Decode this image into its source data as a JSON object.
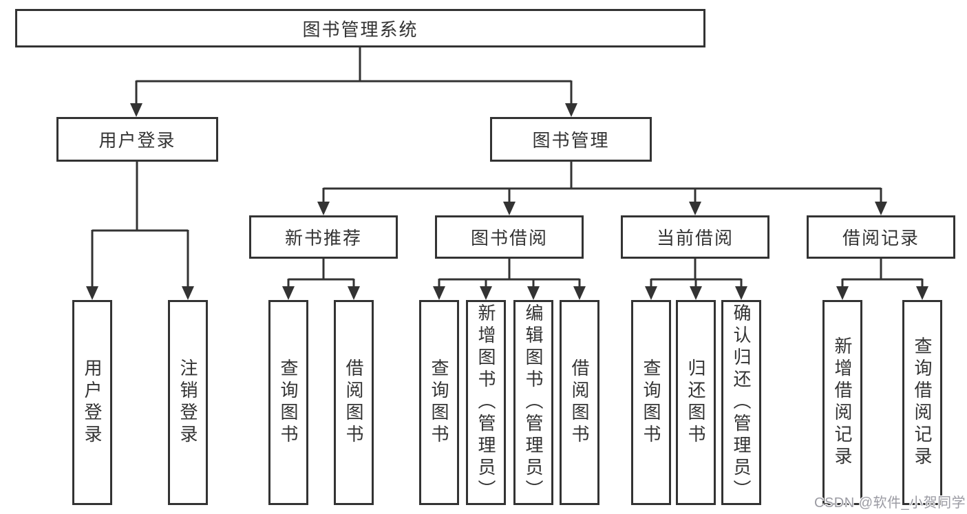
{
  "diagram": {
    "label": "图书管理系统",
    "children": [
      {
        "label": "用户登录",
        "children": [
          {
            "label": "用户登录"
          },
          {
            "label": "注销登录"
          }
        ]
      },
      {
        "label": "图书管理",
        "children": [
          {
            "label": "新书推荐",
            "children": [
              {
                "label": "查询图书"
              },
              {
                "label": "借阅图书"
              }
            ]
          },
          {
            "label": "图书借阅",
            "children": [
              {
                "label": "查询图书"
              },
              {
                "label": "新增图书（管理员）"
              },
              {
                "label": "编辑图书（管理员）"
              },
              {
                "label": "借阅图书"
              }
            ]
          },
          {
            "label": "当前借阅",
            "children": [
              {
                "label": "查询图书"
              },
              {
                "label": "归还图书"
              },
              {
                "label": "确认归还（管理员）"
              }
            ]
          },
          {
            "label": "借阅记录",
            "children": [
              {
                "label": "新增借阅记录"
              },
              {
                "label": "查询借阅记录"
              }
            ]
          }
        ]
      }
    ]
  },
  "watermark": {
    "text": "CSDN @软件_小贺同学"
  },
  "colors": {
    "line": "#333333",
    "box_border": "#333333",
    "text": "#333333",
    "background": "#ffffff",
    "watermark": "#9b9ba3"
  }
}
